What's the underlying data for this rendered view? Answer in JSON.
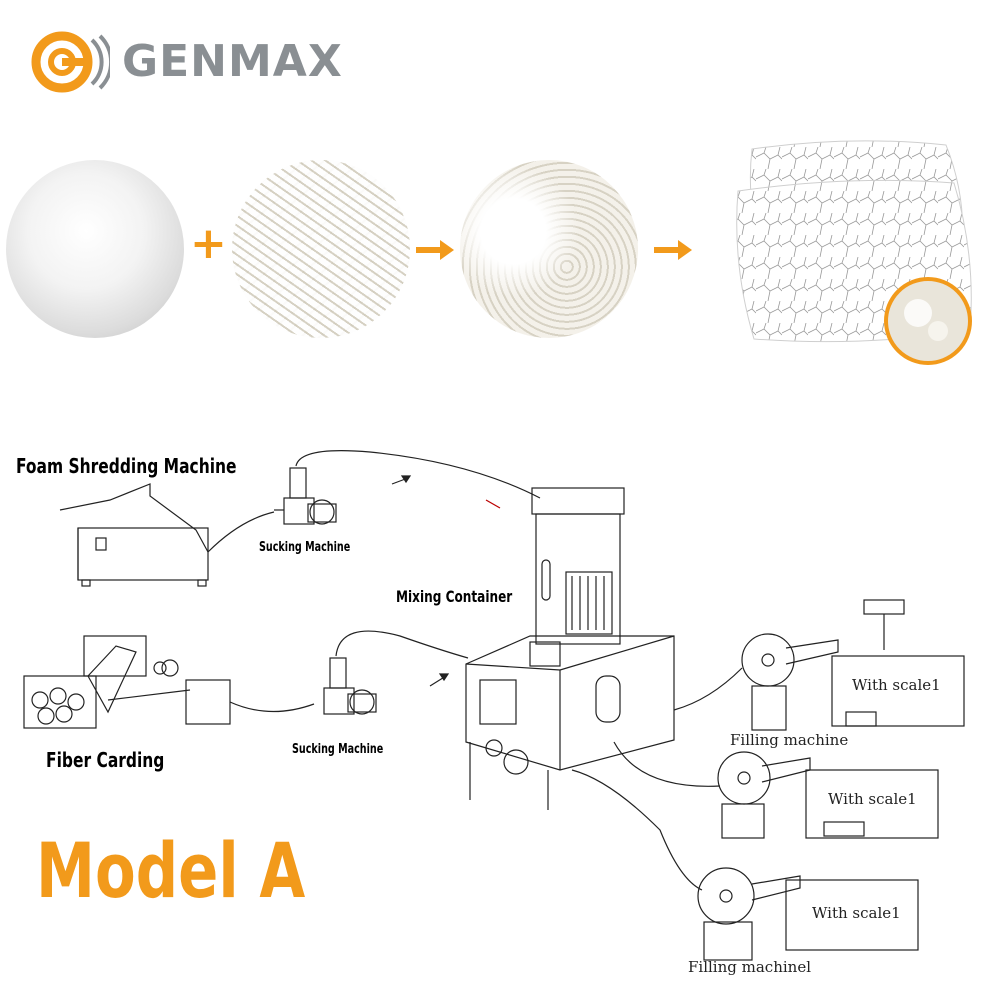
{
  "brand": {
    "name": "GENMAX",
    "logo_color": "#f29a1b",
    "text_color": "#8a8f93"
  },
  "process": {
    "plus_symbol": "+",
    "steps": [
      "fiber-cotton",
      "foam-particles",
      "mixed-filling",
      "pillow-product"
    ],
    "arrow_color": "#f29a1b"
  },
  "diagram": {
    "foam_shredding": "Foam Shredding Machine",
    "sucking_machine_1": "Sucking Machine",
    "mixing_container": "Mixing Container",
    "fiber_carding": "Fiber Carding",
    "sucking_machine_2": "Sucking Machine",
    "filling_machine_1": "Filling machine",
    "scale_1": "With scale1",
    "scale_2": "With scale1",
    "scale_3": "With scale1",
    "filling_machine_3": "Filling machinel"
  },
  "model_label": "Model A"
}
